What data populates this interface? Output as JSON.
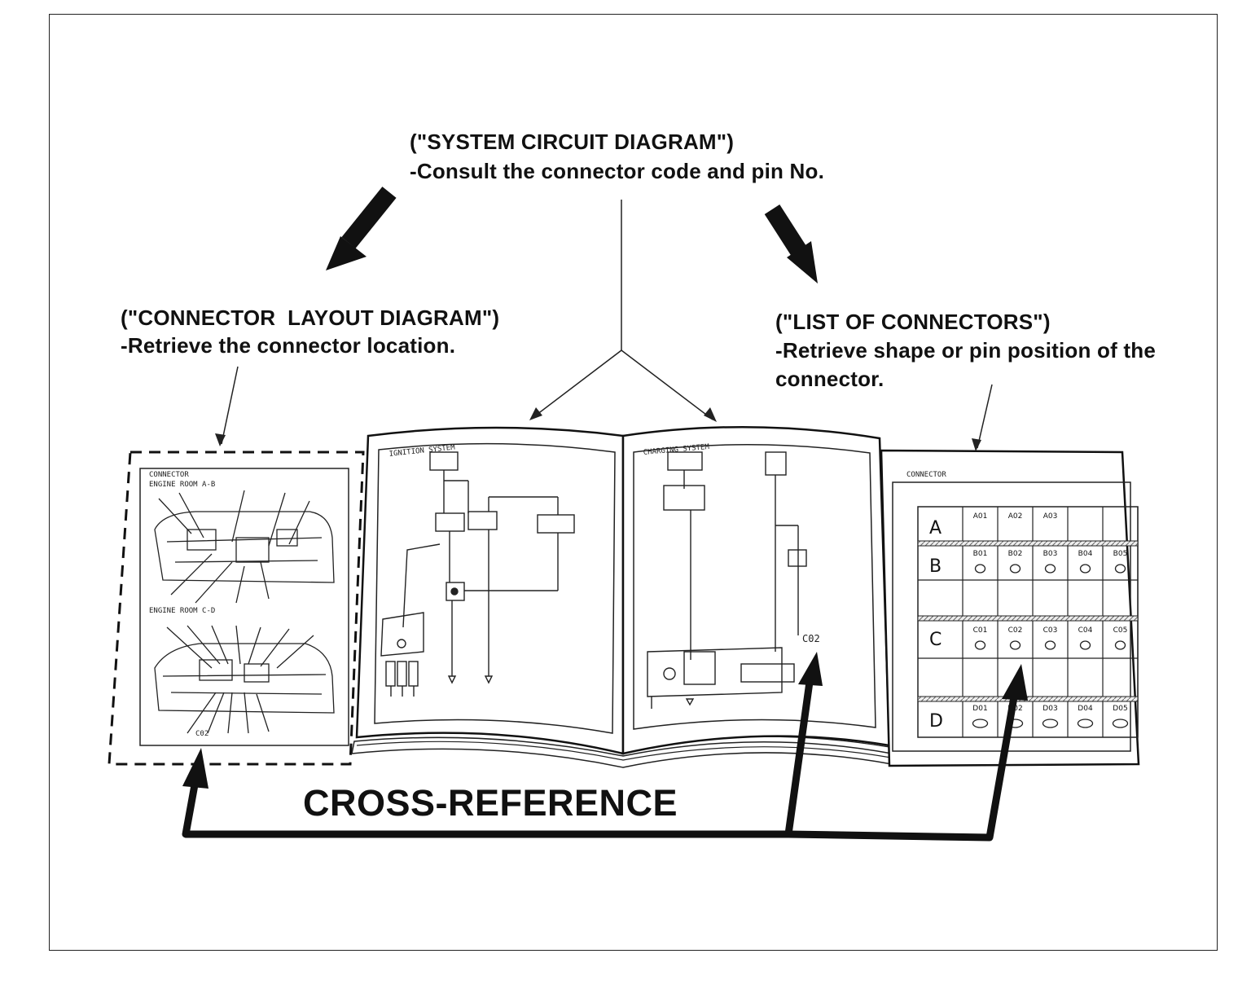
{
  "labels": {
    "system_circuit_title": "(\"SYSTEM CIRCUIT DIAGRAM\")",
    "system_circuit_desc": "-Consult the connector code and pin No.",
    "connector_layout_title": "(\"CONNECTOR  LAYOUT DIAGRAM\")",
    "connector_layout_desc": "-Retrieve the connector location.",
    "list_connectors_title": "(\"LIST OF CONNECTORS\")",
    "list_connectors_desc_line1": "-Retrieve shape or pin position of the",
    "list_connectors_desc_line2": "connector.",
    "cross_reference": "CROSS-REFERENCE"
  },
  "layout_sheet": {
    "header": "CONNECTOR",
    "section1": "ENGINE ROOM A-B",
    "section2": "ENGINE ROOM C-D",
    "code": "C02"
  },
  "book": {
    "left_page_title": "IGNITION SYSTEM",
    "right_page_title": "CHARGING SYSTEM",
    "connector_callout": "C02"
  },
  "connector_list": {
    "header": "CONNECTOR",
    "rows": [
      {
        "letter": "A",
        "codes": [
          "A01",
          "A02",
          "A03",
          "",
          ""
        ]
      },
      {
        "letter": "B",
        "codes": [
          "B01",
          "B02",
          "B03",
          "B04",
          "B05"
        ]
      },
      {
        "letter": "C",
        "codes": [
          "C01",
          "C02",
          "C03",
          "C04",
          "C05"
        ]
      },
      {
        "letter": "D",
        "codes": [
          "D01",
          "D02",
          "D03",
          "D04",
          "D05"
        ]
      }
    ]
  }
}
